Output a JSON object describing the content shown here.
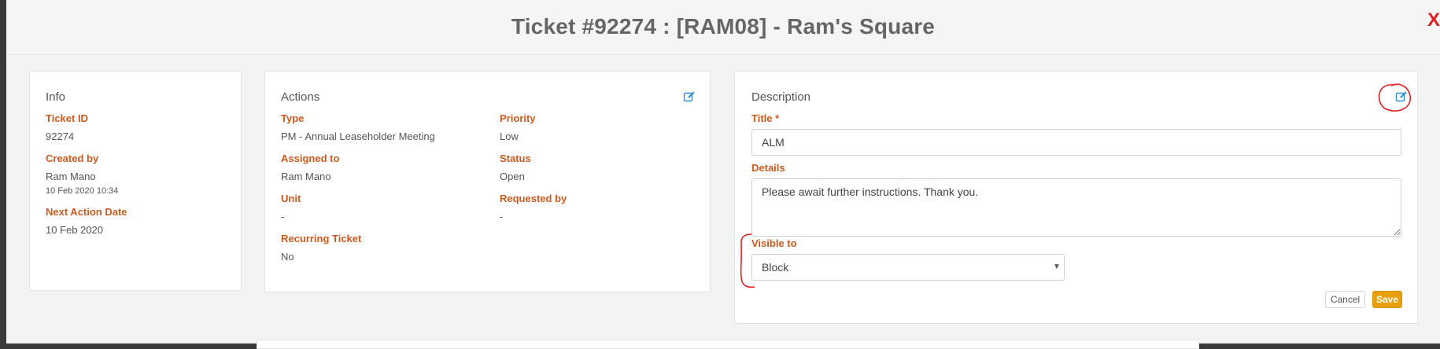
{
  "modal": {
    "title": "Ticket #92274 : [RAM08] - Ram's Square",
    "close_label": "X"
  },
  "info": {
    "heading": "Info",
    "ticket_id_label": "Ticket ID",
    "ticket_id": "92274",
    "created_by_label": "Created by",
    "created_by": "Ram Mano",
    "created_at": "10 Feb 2020 10:34",
    "next_action_label": "Next Action Date",
    "next_action": "10 Feb 2020"
  },
  "actions": {
    "heading": "Actions",
    "type_label": "Type",
    "type": "PM - Annual Leaseholder Meeting",
    "priority_label": "Priority",
    "priority": "Low",
    "assigned_label": "Assigned to",
    "assigned": "Ram Mano",
    "status_label": "Status",
    "status": "Open",
    "unit_label": "Unit",
    "unit": "-",
    "requested_label": "Requested by",
    "requested": "-",
    "recurring_label": "Recurring Ticket",
    "recurring": "No"
  },
  "description": {
    "heading": "Description",
    "title_label": "Title *",
    "title_value": "ALM",
    "details_label": "Details",
    "details_value": "Please await further instructions. Thank you.",
    "visible_label": "Visible to",
    "visible_value": "Block",
    "cancel_label": "Cancel",
    "save_label": "Save"
  },
  "colors": {
    "label_orange": "#cc5a1e",
    "accent_blue": "#2a8fd8",
    "save_orange": "#e8a00a",
    "annotation_red": "#e02020"
  },
  "icons": {
    "edit": "edit-icon",
    "dropdown": "caret-down-icon"
  }
}
